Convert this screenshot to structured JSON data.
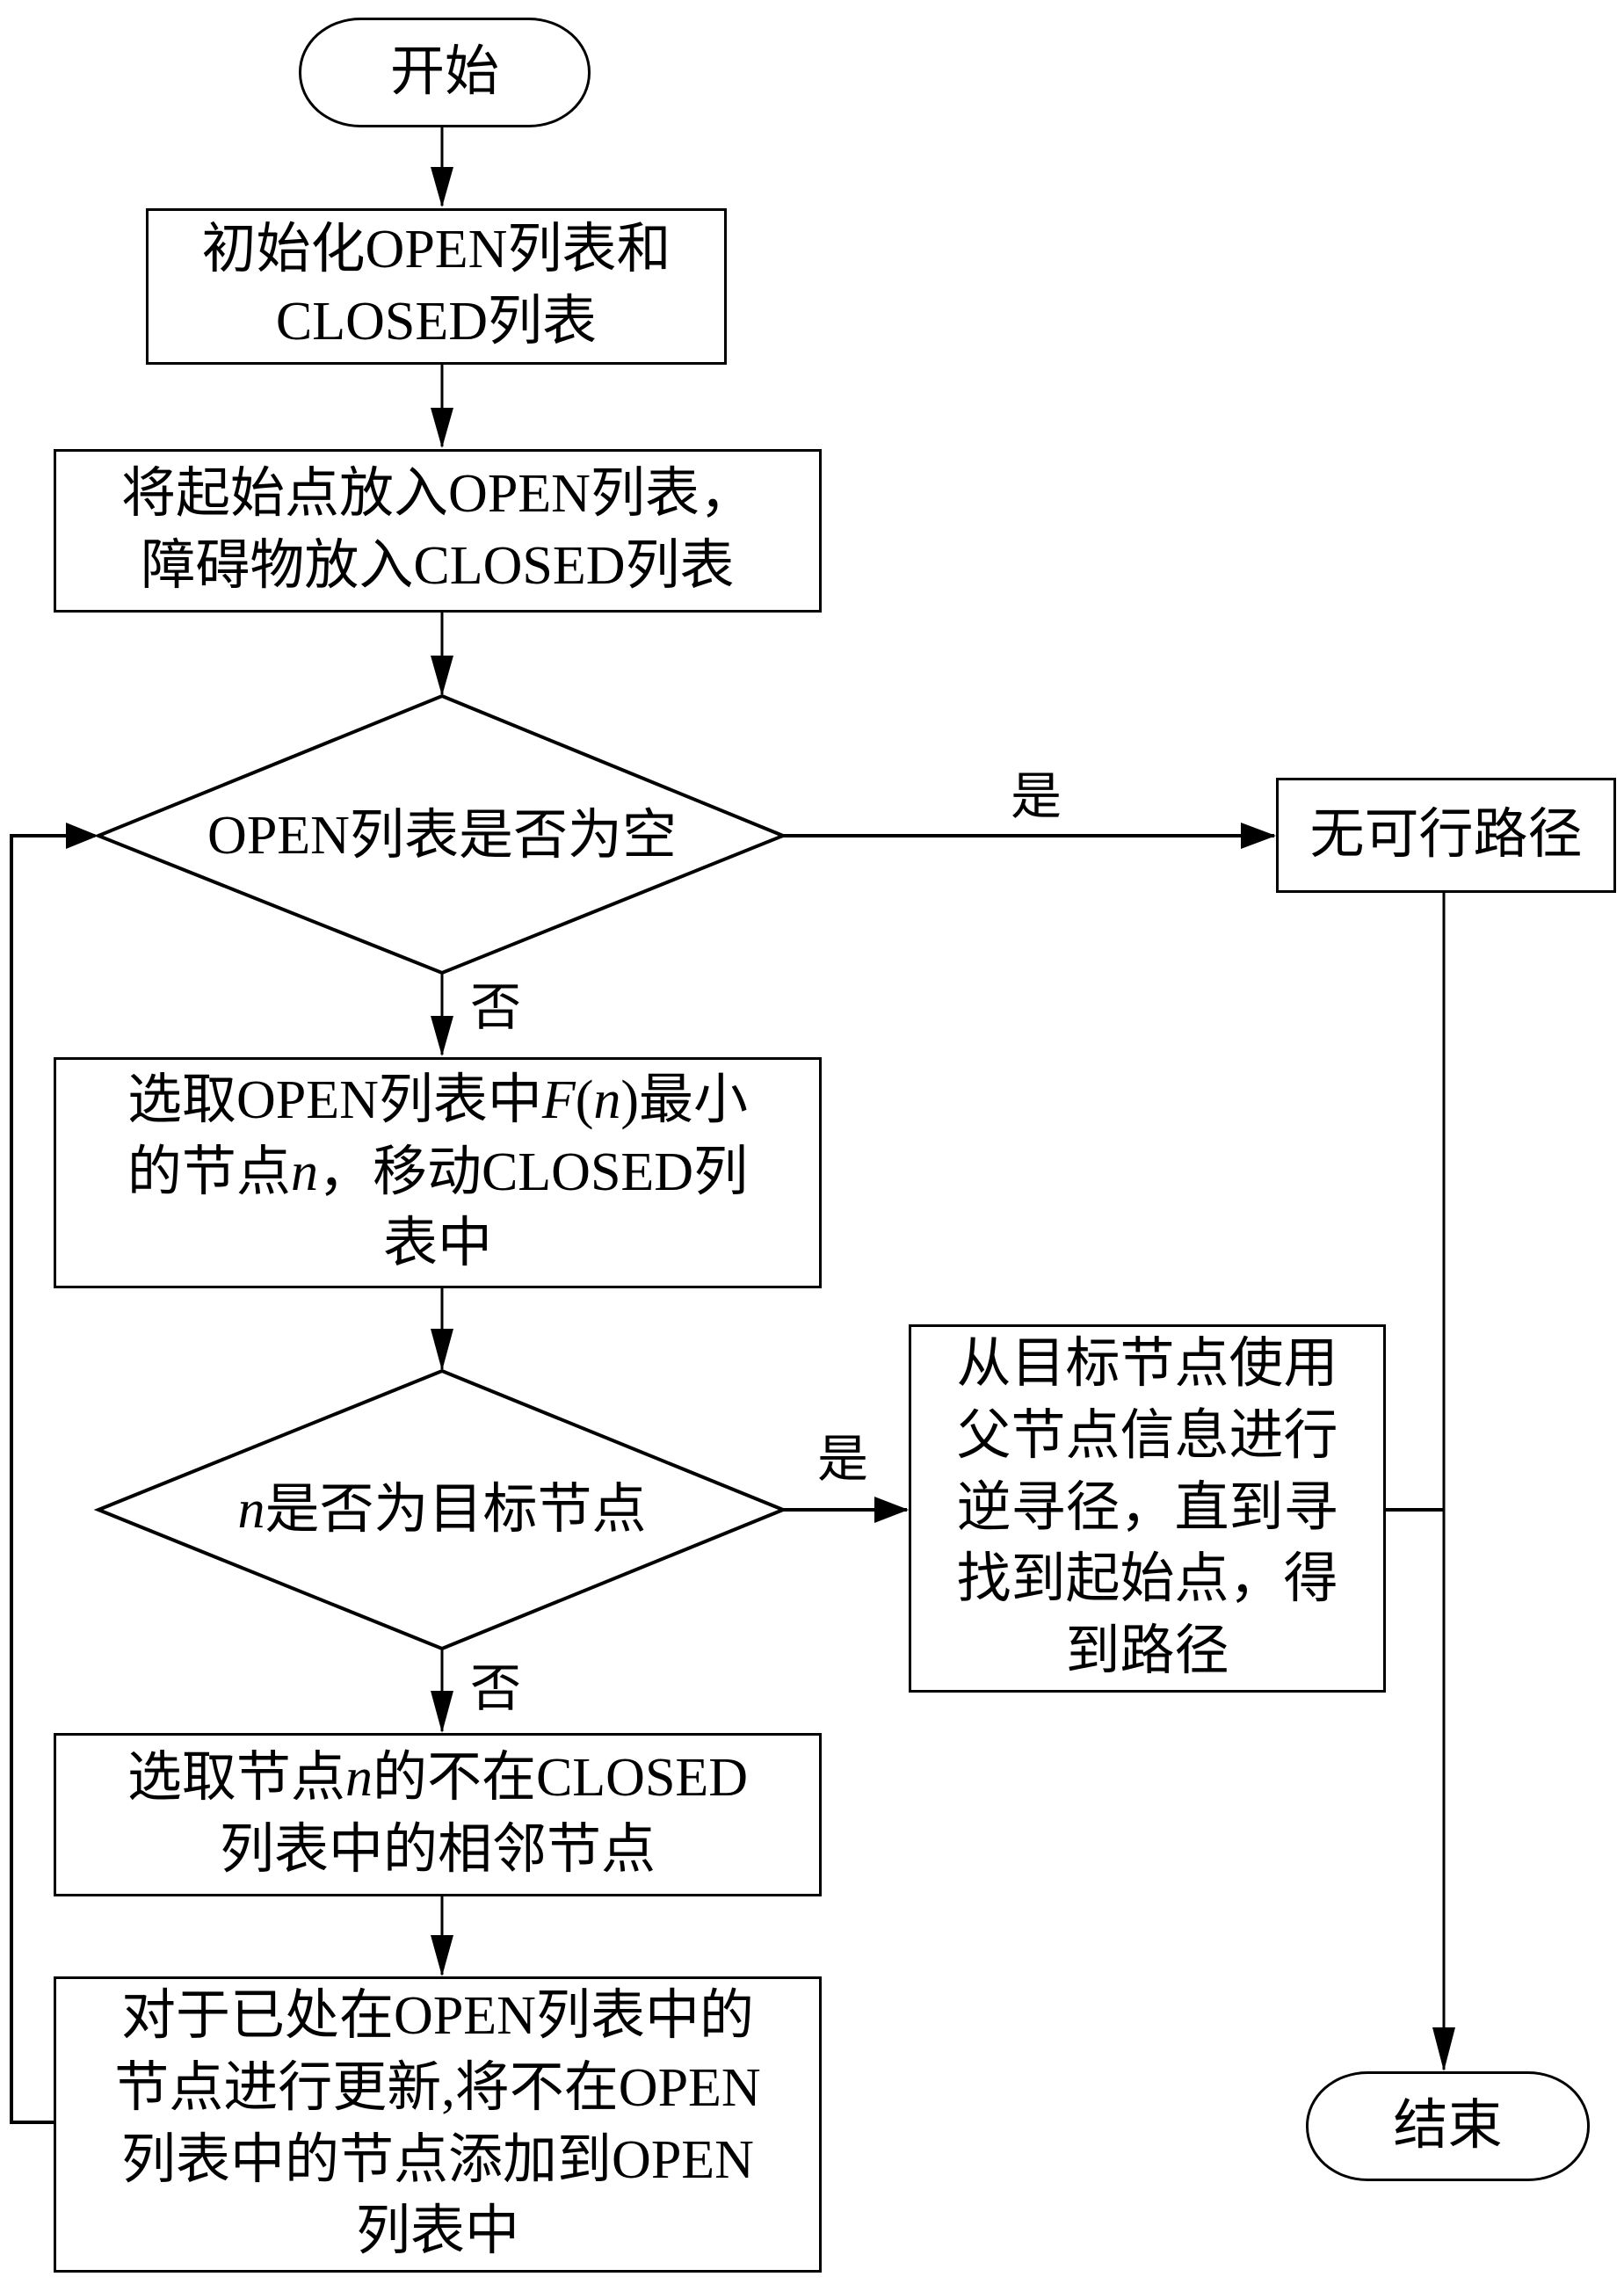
{
  "start": {
    "label": "开始"
  },
  "init": {
    "line1": "初始化OPEN列表和",
    "line2": "CLOSED列表"
  },
  "put_start": {
    "line1": "将起始点放入OPEN列表，",
    "line2": "障碍物放入CLOSED列表"
  },
  "decision_open_empty": {
    "label": "OPEN列表是否为空",
    "yes": "是",
    "no": "否"
  },
  "no_path": {
    "label": "无可行路径"
  },
  "select_min": {
    "p1": "选取OPEN列表中",
    "f": "F",
    "p2": "(",
    "n": "n",
    "p3": ")最小",
    "line2a": "的节点",
    "line2n": "n",
    "line2b": "，移动CLOSED列",
    "line3": "表中"
  },
  "decision_goal": {
    "n": "n",
    "label": "是否为目标节点",
    "yes": "是",
    "no": "否"
  },
  "backtrack": {
    "line1": "从目标节点使用",
    "line2": "父节点信息进行",
    "line3": "逆寻径，直到寻",
    "line4": "找到起始点，得",
    "line5": "到路径"
  },
  "neighbors": {
    "line1a": "选取节点",
    "line1n": "n",
    "line1b": "的不在CLOSED",
    "line2": "列表中的相邻节点"
  },
  "update": {
    "line1": "对于已处在OPEN列表中的",
    "line2": "节点进行更新,将不在OPEN",
    "line3": "列表中的节点添加到OPEN",
    "line4": "列表中"
  },
  "end": {
    "label": "结束"
  }
}
